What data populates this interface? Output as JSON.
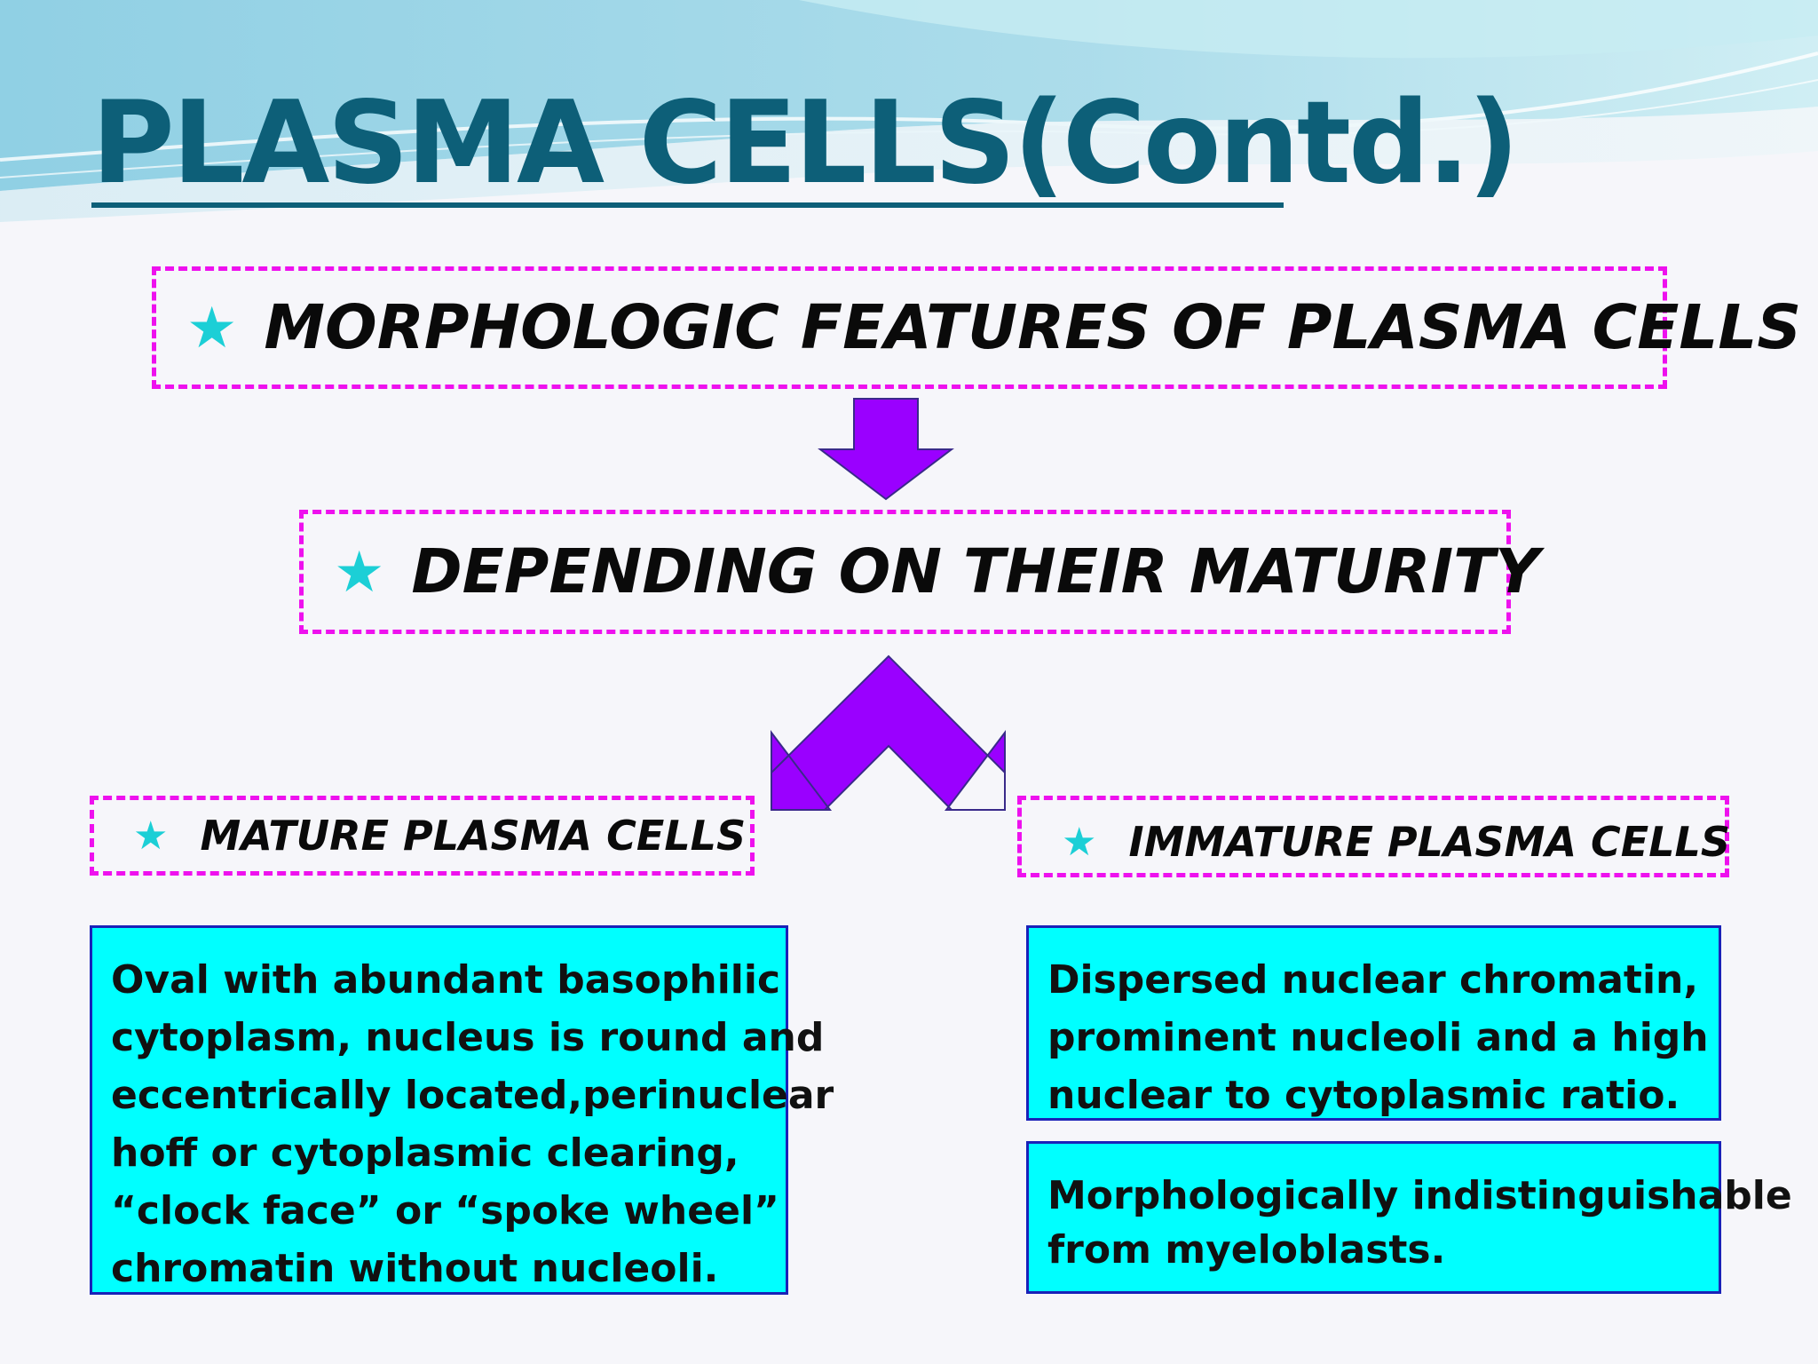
{
  "title": "PLASMA CELLS(Contd.)",
  "colors": {
    "title": "#0d5f78",
    "dashed_border": "#ee11ee",
    "star": "#1ccfd6",
    "arrow": "#9a00ff",
    "info_fill": "#00ffff",
    "info_border": "#1a22b8"
  },
  "flow": {
    "top": {
      "icon": "star-icon",
      "label": "MORPHOLOGIC FEATURES OF PLASMA CELLS"
    },
    "middle": {
      "icon": "star-icon",
      "label": "DEPENDING ON THEIR MATURITY"
    },
    "left": {
      "icon": "star-icon",
      "label": "MATURE PLASMA CELLS"
    },
    "right": {
      "icon": "star-icon",
      "label": "IMMATURE PLASMA CELLS"
    }
  },
  "mature_description": [
    "Oval with abundant basophilic",
    "cytoplasm, nucleus is round and",
    "eccentrically located,perinuclear",
    "hoff or cytoplasmic clearing,",
    "“clock face” or “spoke wheel”",
    "chromatin without nucleoli."
  ],
  "immature_description_1": [
    "Dispersed nuclear chromatin,",
    "prominent nucleoli and a high",
    "nuclear to cytoplasmic ratio."
  ],
  "immature_description_2": [
    "Morphologically indistinguishable",
    "from myeloblasts."
  ]
}
